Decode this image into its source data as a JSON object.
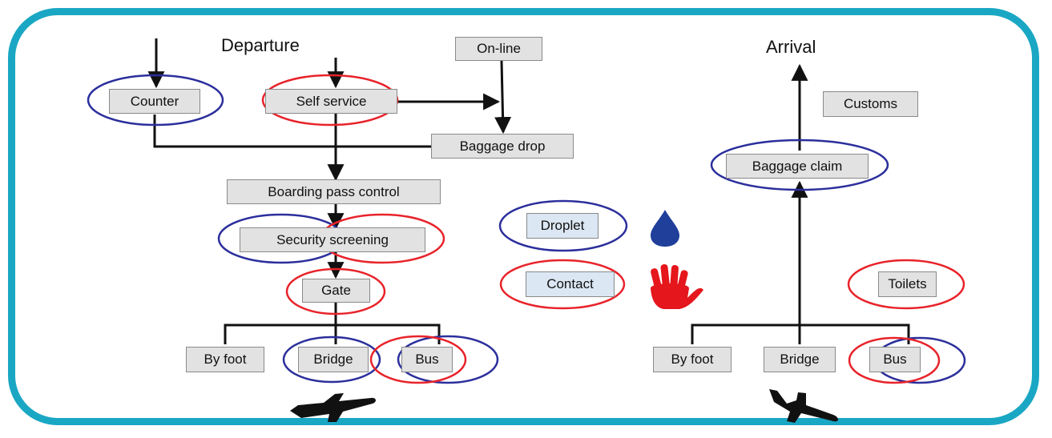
{
  "departure": {
    "title": "Departure",
    "counter": "Counter",
    "self_service": "Self service",
    "online": "On-line",
    "baggage_drop": "Baggage drop",
    "boarding_pass_control": "Boarding pass control",
    "security_screening": "Security screening",
    "gate": "Gate",
    "by_foot": "By foot",
    "bridge": "Bridge",
    "bus": "Bus"
  },
  "legend": {
    "droplet": "Droplet",
    "contact": "Contact"
  },
  "arrival": {
    "title": "Arrival",
    "customs": "Customs",
    "baggage_claim": "Baggage claim",
    "toilets": "Toilets",
    "by_foot": "By foot",
    "bridge": "Bridge",
    "bus": "Bus"
  },
  "colors": {
    "frame": "#1aa7c4",
    "droplet_ring": "#2b2f9c",
    "contact_ring": "#e8232a",
    "droplet_icon": "#1f3f9a",
    "hand_icon": "#e5161c"
  },
  "icons": [
    "droplet-icon",
    "hand-icon",
    "departing-plane-icon",
    "landing-plane-icon"
  ]
}
